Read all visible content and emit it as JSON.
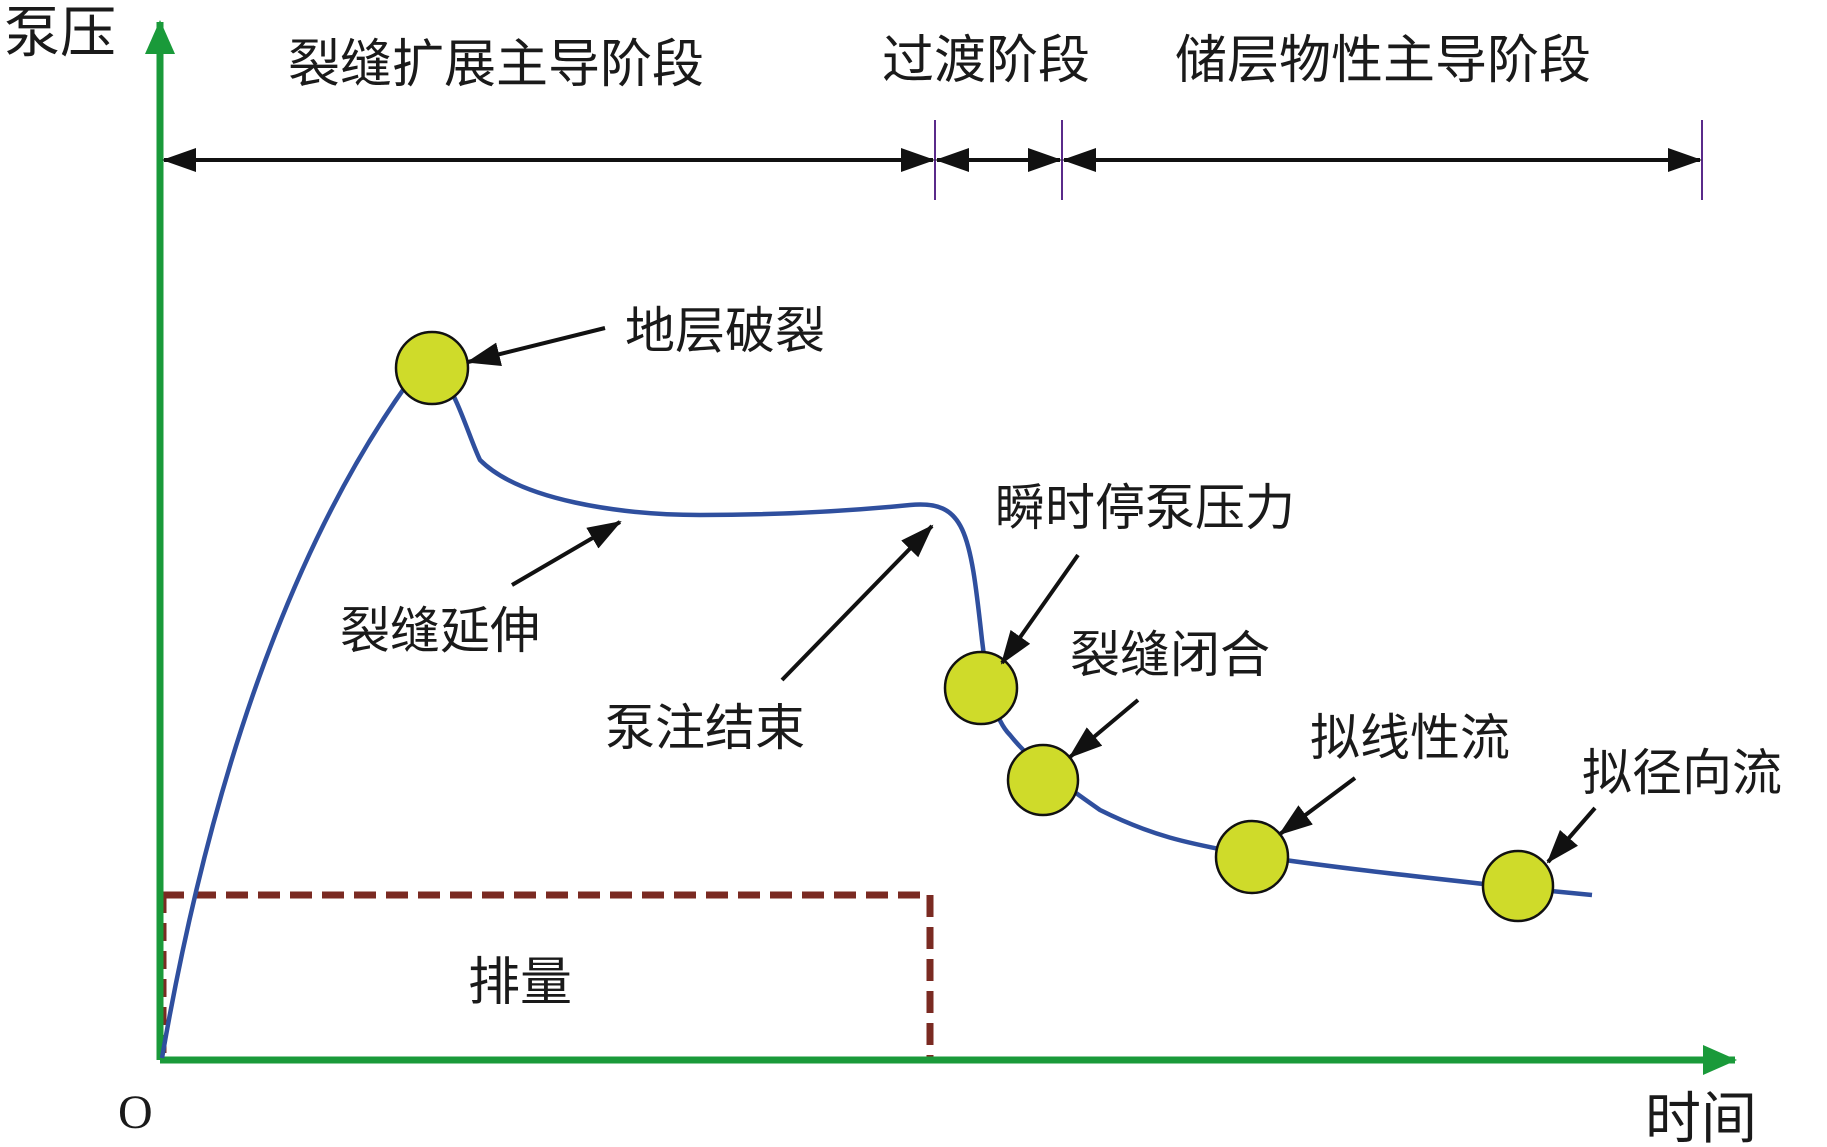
{
  "axes": {
    "y_label": "泵压",
    "x_label": "时间",
    "origin_label": "O"
  },
  "stages": [
    {
      "label": "裂缝扩展主导阶段"
    },
    {
      "label": "过渡阶段"
    },
    {
      "label": "储层物性主导阶段"
    }
  ],
  "annotations": {
    "breakdown": "地层破裂",
    "extension": "裂缝延伸",
    "shut_in": "泵注结束",
    "isip": "瞬时停泵压力",
    "closure": "裂缝闭合",
    "linear_flow": "拟线性流",
    "radial_flow": "拟径向流",
    "rate": "排量"
  },
  "colors": {
    "axis": "#1a9a3a",
    "curve": "#2f4f9e",
    "marker_fill": "#cfdb2a",
    "marker_stroke": "#111111",
    "rate_box": "#7a2a22",
    "stage_tick": "#5a2a8a",
    "text": "#1a1a1a"
  }
}
